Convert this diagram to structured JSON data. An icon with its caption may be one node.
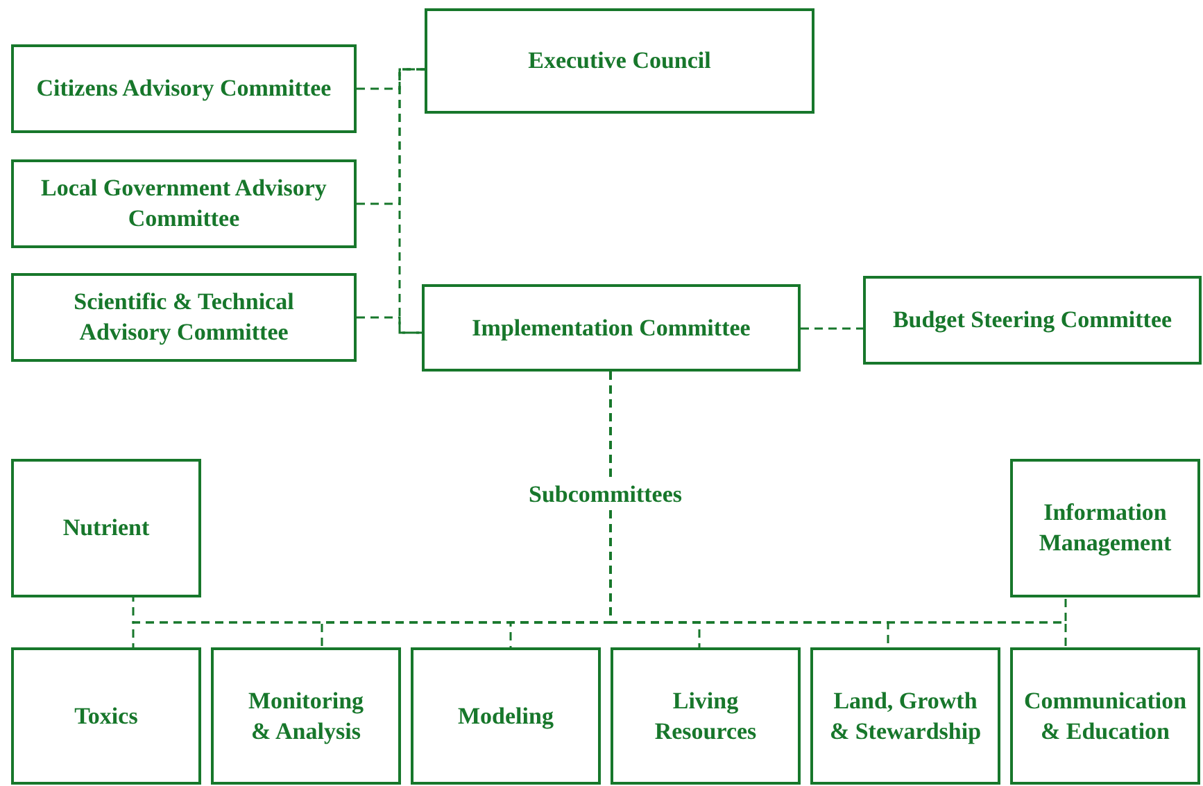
{
  "diagram": {
    "nodes": [
      {
        "text": [
          "Citizens Advisory Committee"
        ]
      },
      {
        "text": [
          "Local Government Advisory Committee"
        ]
      },
      {
        "text": [
          "Scientific & Technical Advisory Committee"
        ]
      },
      {
        "text": [
          "Executive Council"
        ]
      },
      {
        "text": [
          "Implementation Committee"
        ]
      },
      {
        "text": [
          "Budget Steering Committee"
        ]
      },
      {
        "text": [
          "Nutrient"
        ]
      },
      {
        "text": [
          "Information Management"
        ]
      },
      {
        "text": [
          "Toxics"
        ]
      },
      {
        "text": [
          "Monitoring & Analysis"
        ]
      },
      {
        "text": [
          "Modeling"
        ]
      },
      {
        "text": [
          "Living Resources"
        ]
      },
      {
        "text": [
          "Land, Growth & Stewardship"
        ]
      },
      {
        "text": [
          "Communication & Education"
        ]
      }
    ],
    "edges": [
      {
        "from": 0,
        "to": 3,
        "arrow": "none",
        "style": "dashed"
      },
      {
        "from": 1,
        "to": 3,
        "arrow": "none",
        "style": "dashed"
      },
      {
        "from": 2,
        "to": 4,
        "arrow": "none",
        "style": "dashed"
      },
      {
        "from": 3,
        "to": 4,
        "arrow": "none",
        "style": "dashed"
      },
      {
        "from": 4,
        "to": 5,
        "arrow": "none",
        "style": "dashed"
      },
      {
        "from": 4,
        "to": 6,
        "arrow": "none",
        "style": "dashed"
      },
      {
        "from": 4,
        "to": 7,
        "arrow": "none",
        "style": "dashed"
      },
      {
        "from": 4,
        "to": 8,
        "arrow": "none",
        "style": "dashed"
      },
      {
        "from": 4,
        "to": 9,
        "arrow": "none",
        "style": "dashed"
      },
      {
        "from": 4,
        "to": 10,
        "arrow": "none",
        "style": "dashed"
      },
      {
        "from": 4,
        "to": 11,
        "arrow": "none",
        "style": "dashed"
      },
      {
        "from": 4,
        "to": 12,
        "arrow": "none",
        "style": "dashed"
      },
      {
        "from": 4,
        "to": 13,
        "arrow": "none",
        "style": "dashed"
      }
    ],
    "labels": [
      "Subcommittees"
    ]
  }
}
